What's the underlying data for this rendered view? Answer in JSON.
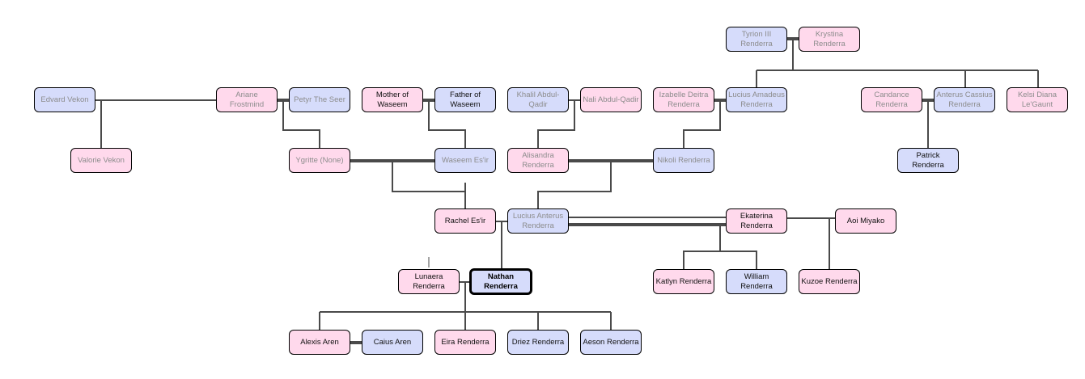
{
  "colors": {
    "female": "#ffd9ec",
    "male": "#d6dcfb",
    "line": "#4a4a4a",
    "text_muted": "#8c8c8c",
    "text_dark": "#111111"
  },
  "people": [
    {
      "id": "tyrion",
      "name": "Tyrion III Renderra",
      "sex": "m",
      "style": "muted"
    },
    {
      "id": "krystina",
      "name": "Krystina Renderra",
      "sex": "f",
      "style": "muted"
    },
    {
      "id": "edvard",
      "name": "Edvard Vekon",
      "sex": "m",
      "style": "muted"
    },
    {
      "id": "ariane",
      "name": "Ariane Frostmind",
      "sex": "f",
      "style": "muted"
    },
    {
      "id": "petyr",
      "name": "Petyr The Seer",
      "sex": "m",
      "style": "muted"
    },
    {
      "id": "motherw",
      "name": "Mother of Waseem",
      "sex": "f",
      "style": "dark"
    },
    {
      "id": "fatherw",
      "name": "Father of Waseem",
      "sex": "m",
      "style": "dark"
    },
    {
      "id": "khalil",
      "name": "Khalil Abdul-Qadir",
      "sex": "m",
      "style": "muted"
    },
    {
      "id": "nali",
      "name": "Nali Abdul-Qadir",
      "sex": "f",
      "style": "muted"
    },
    {
      "id": "izabelle",
      "name": "Izabelle Deitra Renderra",
      "sex": "f",
      "style": "muted"
    },
    {
      "id": "luciusa",
      "name": "Lucius Amadeus Renderra",
      "sex": "m",
      "style": "muted"
    },
    {
      "id": "candance",
      "name": "Candance Renderra",
      "sex": "f",
      "style": "muted"
    },
    {
      "id": "anterus",
      "name": "Anterus Cassius Renderra",
      "sex": "m",
      "style": "muted"
    },
    {
      "id": "kelsi",
      "name": "Kelsi Diana Le'Gaunt",
      "sex": "f",
      "style": "muted"
    },
    {
      "id": "valorie",
      "name": "Valorie Vekon",
      "sex": "f",
      "style": "muted"
    },
    {
      "id": "ygritte",
      "name": "Ygritte (None)",
      "sex": "f",
      "style": "muted"
    },
    {
      "id": "waseem",
      "name": "Waseem Es'ir",
      "sex": "m",
      "style": "muted"
    },
    {
      "id": "alisandra",
      "name": "Alisandra Renderra",
      "sex": "f",
      "style": "muted"
    },
    {
      "id": "nikoli",
      "name": "Nikoli Renderra",
      "sex": "m",
      "style": "muted"
    },
    {
      "id": "patrick",
      "name": "Patrick Renderra",
      "sex": "m",
      "style": "dark"
    },
    {
      "id": "rachel",
      "name": "Rachel Es'ir",
      "sex": "f",
      "style": "dark"
    },
    {
      "id": "luciusant",
      "name": "Lucius Anterus Renderra",
      "sex": "m",
      "style": "muted"
    },
    {
      "id": "ekaterina",
      "name": "Ekaterina Renderra",
      "sex": "f",
      "style": "dark"
    },
    {
      "id": "aoi",
      "name": "Aoi Miyako",
      "sex": "f",
      "style": "dark"
    },
    {
      "id": "lunaera",
      "name": "Lunaera Renderra",
      "sex": "f",
      "style": "dark"
    },
    {
      "id": "nathan",
      "name": "Nathan Renderra",
      "sex": "m",
      "style": "focus"
    },
    {
      "id": "katlyn",
      "name": "Katlyn Renderra",
      "sex": "f",
      "style": "dark"
    },
    {
      "id": "william",
      "name": "William Renderra",
      "sex": "m",
      "style": "dark"
    },
    {
      "id": "kuzoe",
      "name": "Kuzoe Renderra",
      "sex": "f",
      "style": "dark"
    },
    {
      "id": "alexis",
      "name": "Alexis Aren",
      "sex": "f",
      "style": "dark"
    },
    {
      "id": "caius",
      "name": "Caius Aren",
      "sex": "m",
      "style": "dark"
    },
    {
      "id": "eira",
      "name": "Eira Renderra",
      "sex": "f",
      "style": "dark"
    },
    {
      "id": "driez",
      "name": "Driez Renderra",
      "sex": "m",
      "style": "dark"
    },
    {
      "id": "aeson",
      "name": "Aeson Renderra",
      "sex": "m",
      "style": "dark"
    }
  ],
  "focus_person": "Nathan Renderra"
}
